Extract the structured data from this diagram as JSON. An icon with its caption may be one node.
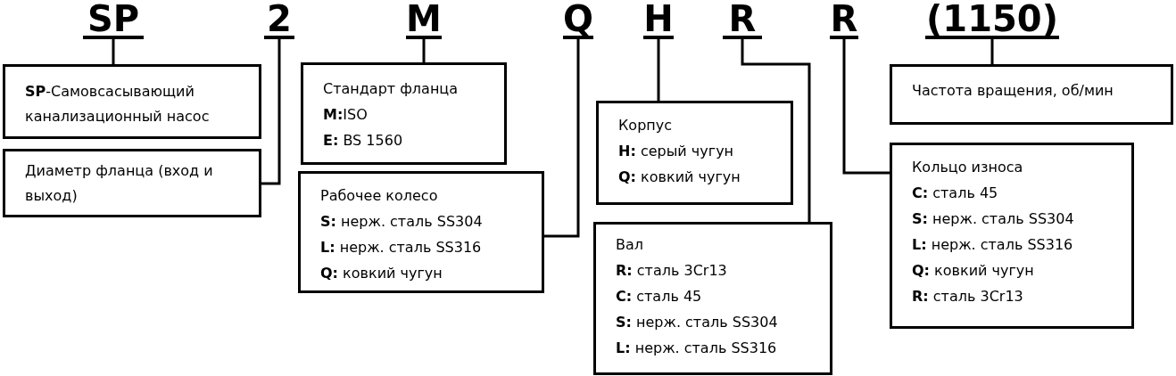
{
  "diagram": {
    "nodes": [
      {
        "text": [
          "SP"
        ]
      },
      {
        "text": [
          "2"
        ]
      },
      {
        "text": [
          "M"
        ]
      },
      {
        "text": [
          "Q"
        ]
      },
      {
        "text": [
          "H"
        ]
      },
      {
        "text": [
          "R"
        ]
      },
      {
        "text": [
          "R"
        ]
      },
      {
        "text": [
          "(1150)"
        ]
      },
      {
        "text": [
          "**SP**-Самовсасывающий канализационный насос"
        ]
      },
      {
        "text": [
          "Диаметр фланца (вход и выход)"
        ]
      },
      {
        "text": [
          "Стандарт фланца",
          "**M:**ISO",
          "**E:** BS 1560"
        ]
      },
      {
        "text": [
          "Рабочее колесо",
          "**S:** нерж. сталь SS304",
          "**L:** нерж. сталь SS316",
          "**Q:** ковкий чугун"
        ]
      },
      {
        "text": [
          "Корпус",
          "**H:** серый чугун",
          "**Q:** ковкий чугун"
        ]
      },
      {
        "text": [
          "Вал",
          "**R:** сталь 3Cr13",
          "**C:** сталь 45",
          "**S:** нерж. сталь SS304",
          "**L:** нерж. сталь SS316"
        ]
      },
      {
        "text": [
          "Частота вращения, об/мин"
        ]
      },
      {
        "text": [
          "Кольцо износа",
          "**C:** сталь 45",
          "**S:** нерж. сталь SS304",
          "**L:** нерж. сталь SS316",
          "**Q:** ковкий чугун",
          "**R:** сталь 3Cr13"
        ]
      }
    ],
    "edges": [
      {
        "from": 0,
        "to": 8,
        "arrow": "none"
      },
      {
        "from": 1,
        "to": 9,
        "arrow": "none"
      },
      {
        "from": 2,
        "to": 10,
        "arrow": "none"
      },
      {
        "from": 3,
        "to": 11,
        "arrow": "none"
      },
      {
        "from": 4,
        "to": 12,
        "arrow": "none"
      },
      {
        "from": 5,
        "to": 13,
        "arrow": "none"
      },
      {
        "from": 6,
        "to": 15,
        "arrow": "none"
      },
      {
        "from": 7,
        "to": 14,
        "arrow": "none"
      }
    ]
  }
}
